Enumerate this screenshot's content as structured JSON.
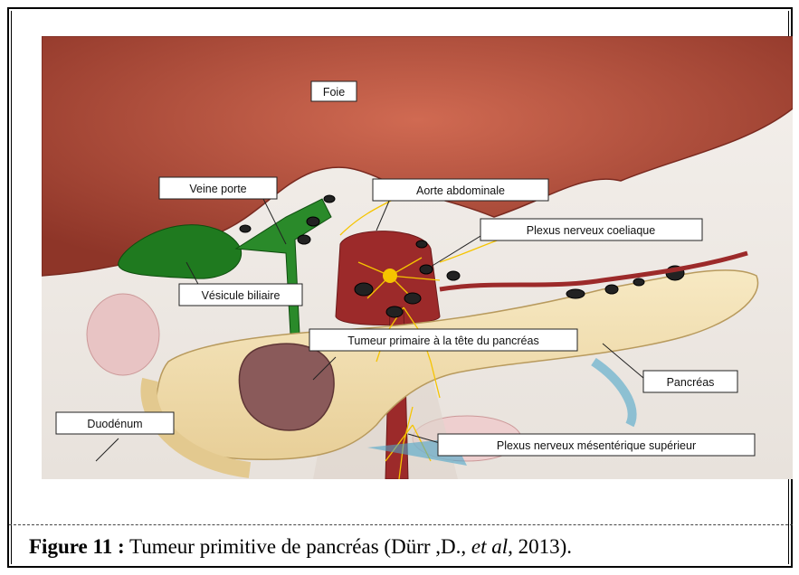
{
  "figure": {
    "labels": {
      "foie": "Foie",
      "veine_porte": "Veine porte",
      "aorte": "Aorte abdominale",
      "plexus_coeliaque": "Plexus nerveux coeliaque",
      "vesicule": "Vésicule biliaire",
      "tumeur": "Tumeur primaire à la tête du pancréas",
      "pancreas": "Pancréas",
      "duodenum": "Duodénum",
      "plexus_mesenterique": "Plexus nerveux mésentérique supérieur"
    },
    "caption": {
      "prefix": "Figure 11 :",
      "text_before_italic": " Tumeur primitive de pancréas (Dürr ,D., ",
      "italic": "et al",
      "text_after_italic": ", 2013)."
    }
  },
  "colors": {
    "liver": "#a9473a",
    "pancreas": "#f2dfb0",
    "gallbladder": "#1f7a1f",
    "vessel": "#9c2a2a",
    "nerve": "#f5c400",
    "tumor": "#8a5a5a"
  }
}
